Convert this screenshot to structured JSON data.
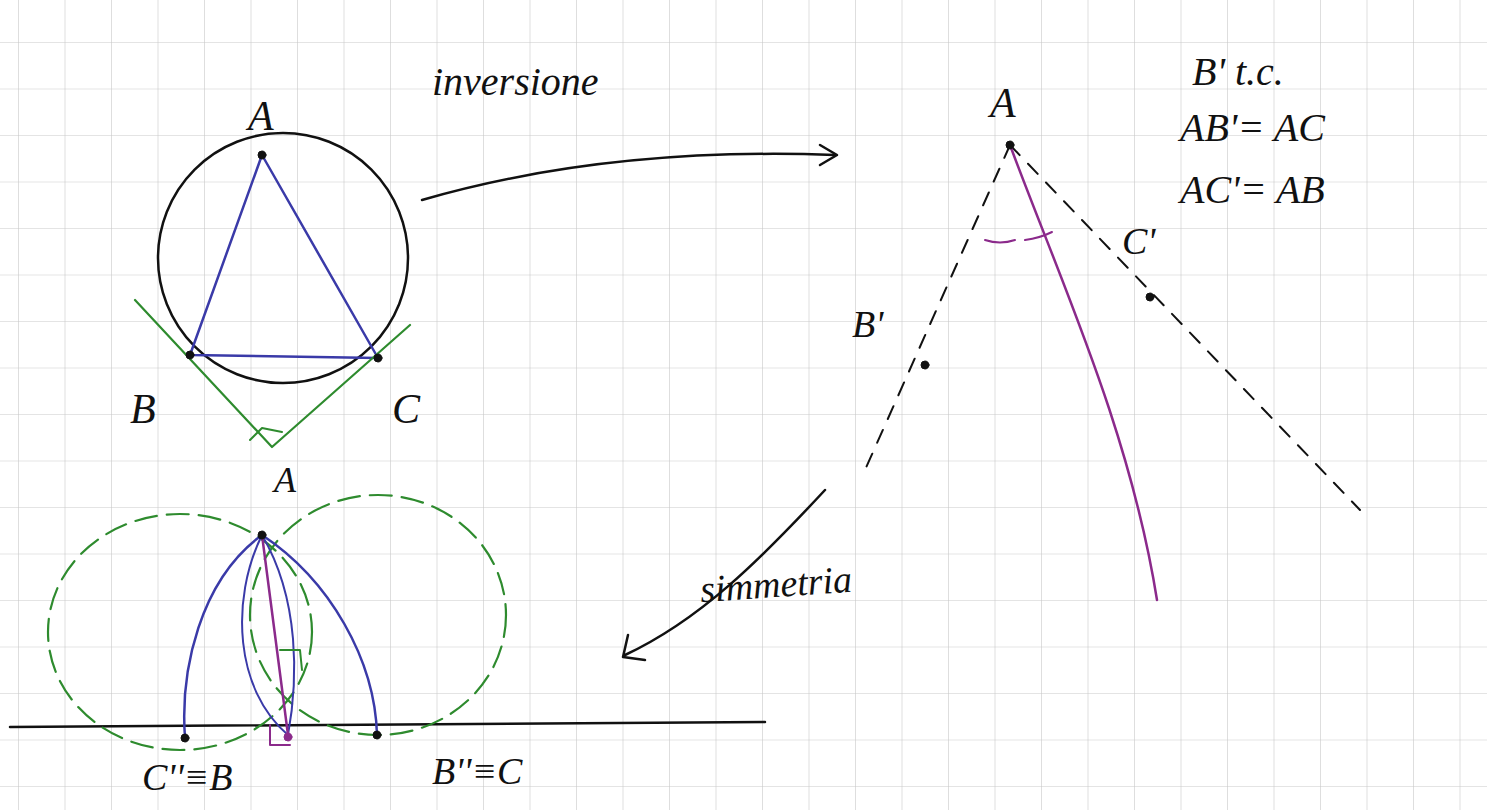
{
  "diagram": {
    "labels": [
      "A",
      "inversione",
      "A",
      "B' t.c.",
      "AB'= AC",
      "AC'= AB",
      "C'",
      "B'",
      "B",
      "C",
      "A",
      "simmetria",
      "C''≡B",
      "B''≡C"
    ]
  }
}
